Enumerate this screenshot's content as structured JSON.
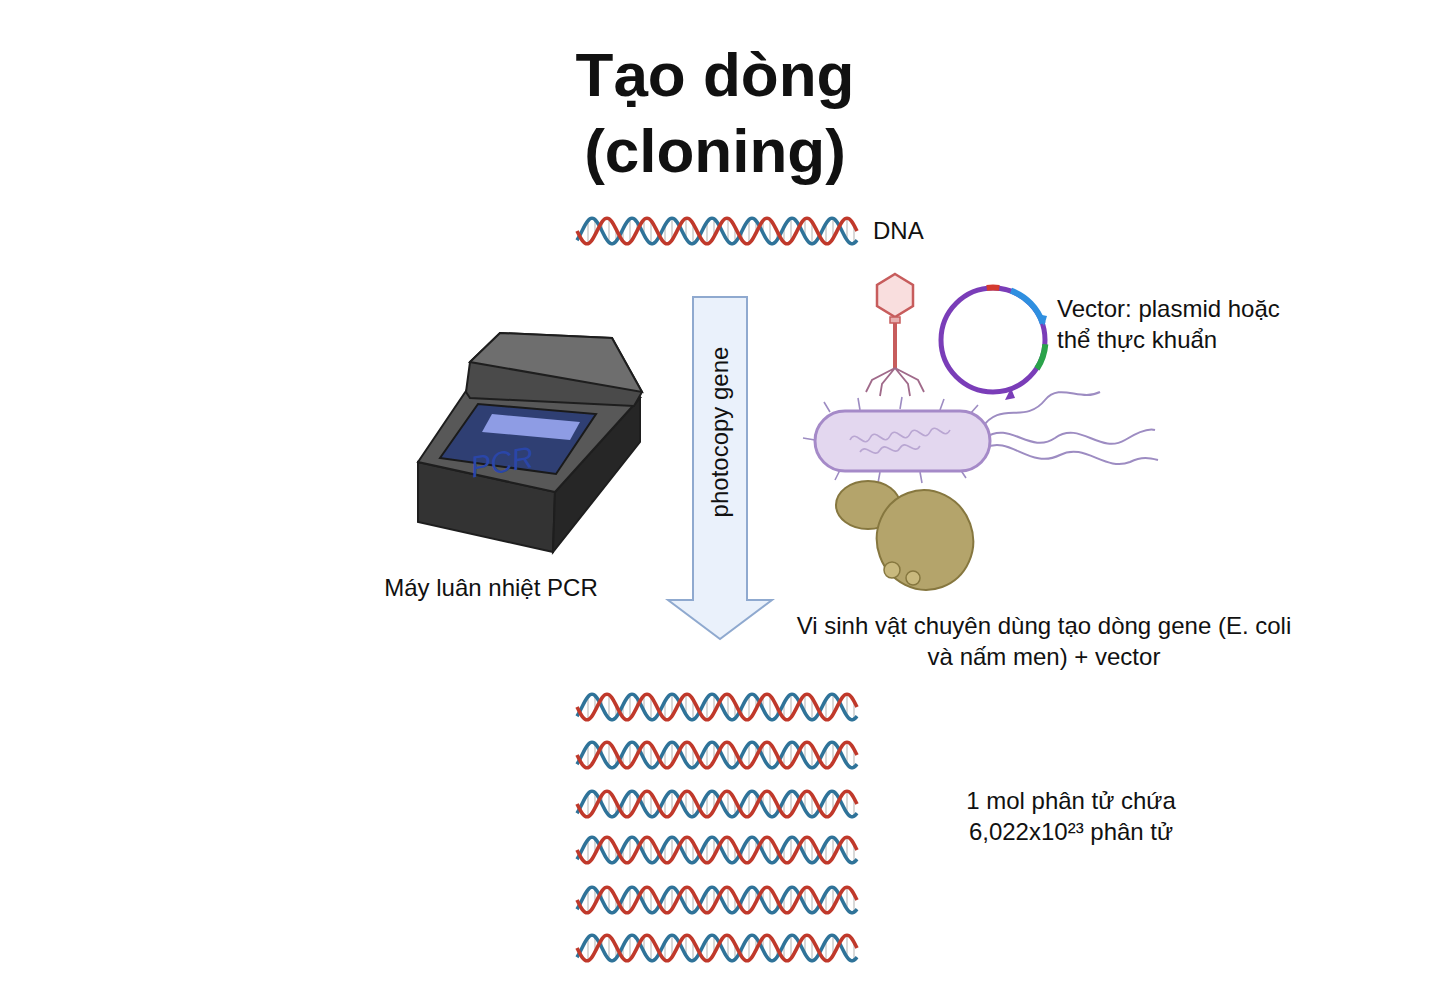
{
  "diagram": {
    "title": "Tạo dòng (cloning)",
    "nodes": [
      {
        "text": [
          "photocopy gene"
        ]
      }
    ],
    "labels": [
      "DNA",
      "Vector: plasmid hoặc thể thực khuẩn",
      "PCR",
      "Máy luân nhiệt PCR",
      "Vi sinh vật chuyên dùng tạo dòng gene (E. coli và nấm men) + vector",
      "1 mol phân tử chứa 6,022x10²³ phân tử"
    ]
  }
}
